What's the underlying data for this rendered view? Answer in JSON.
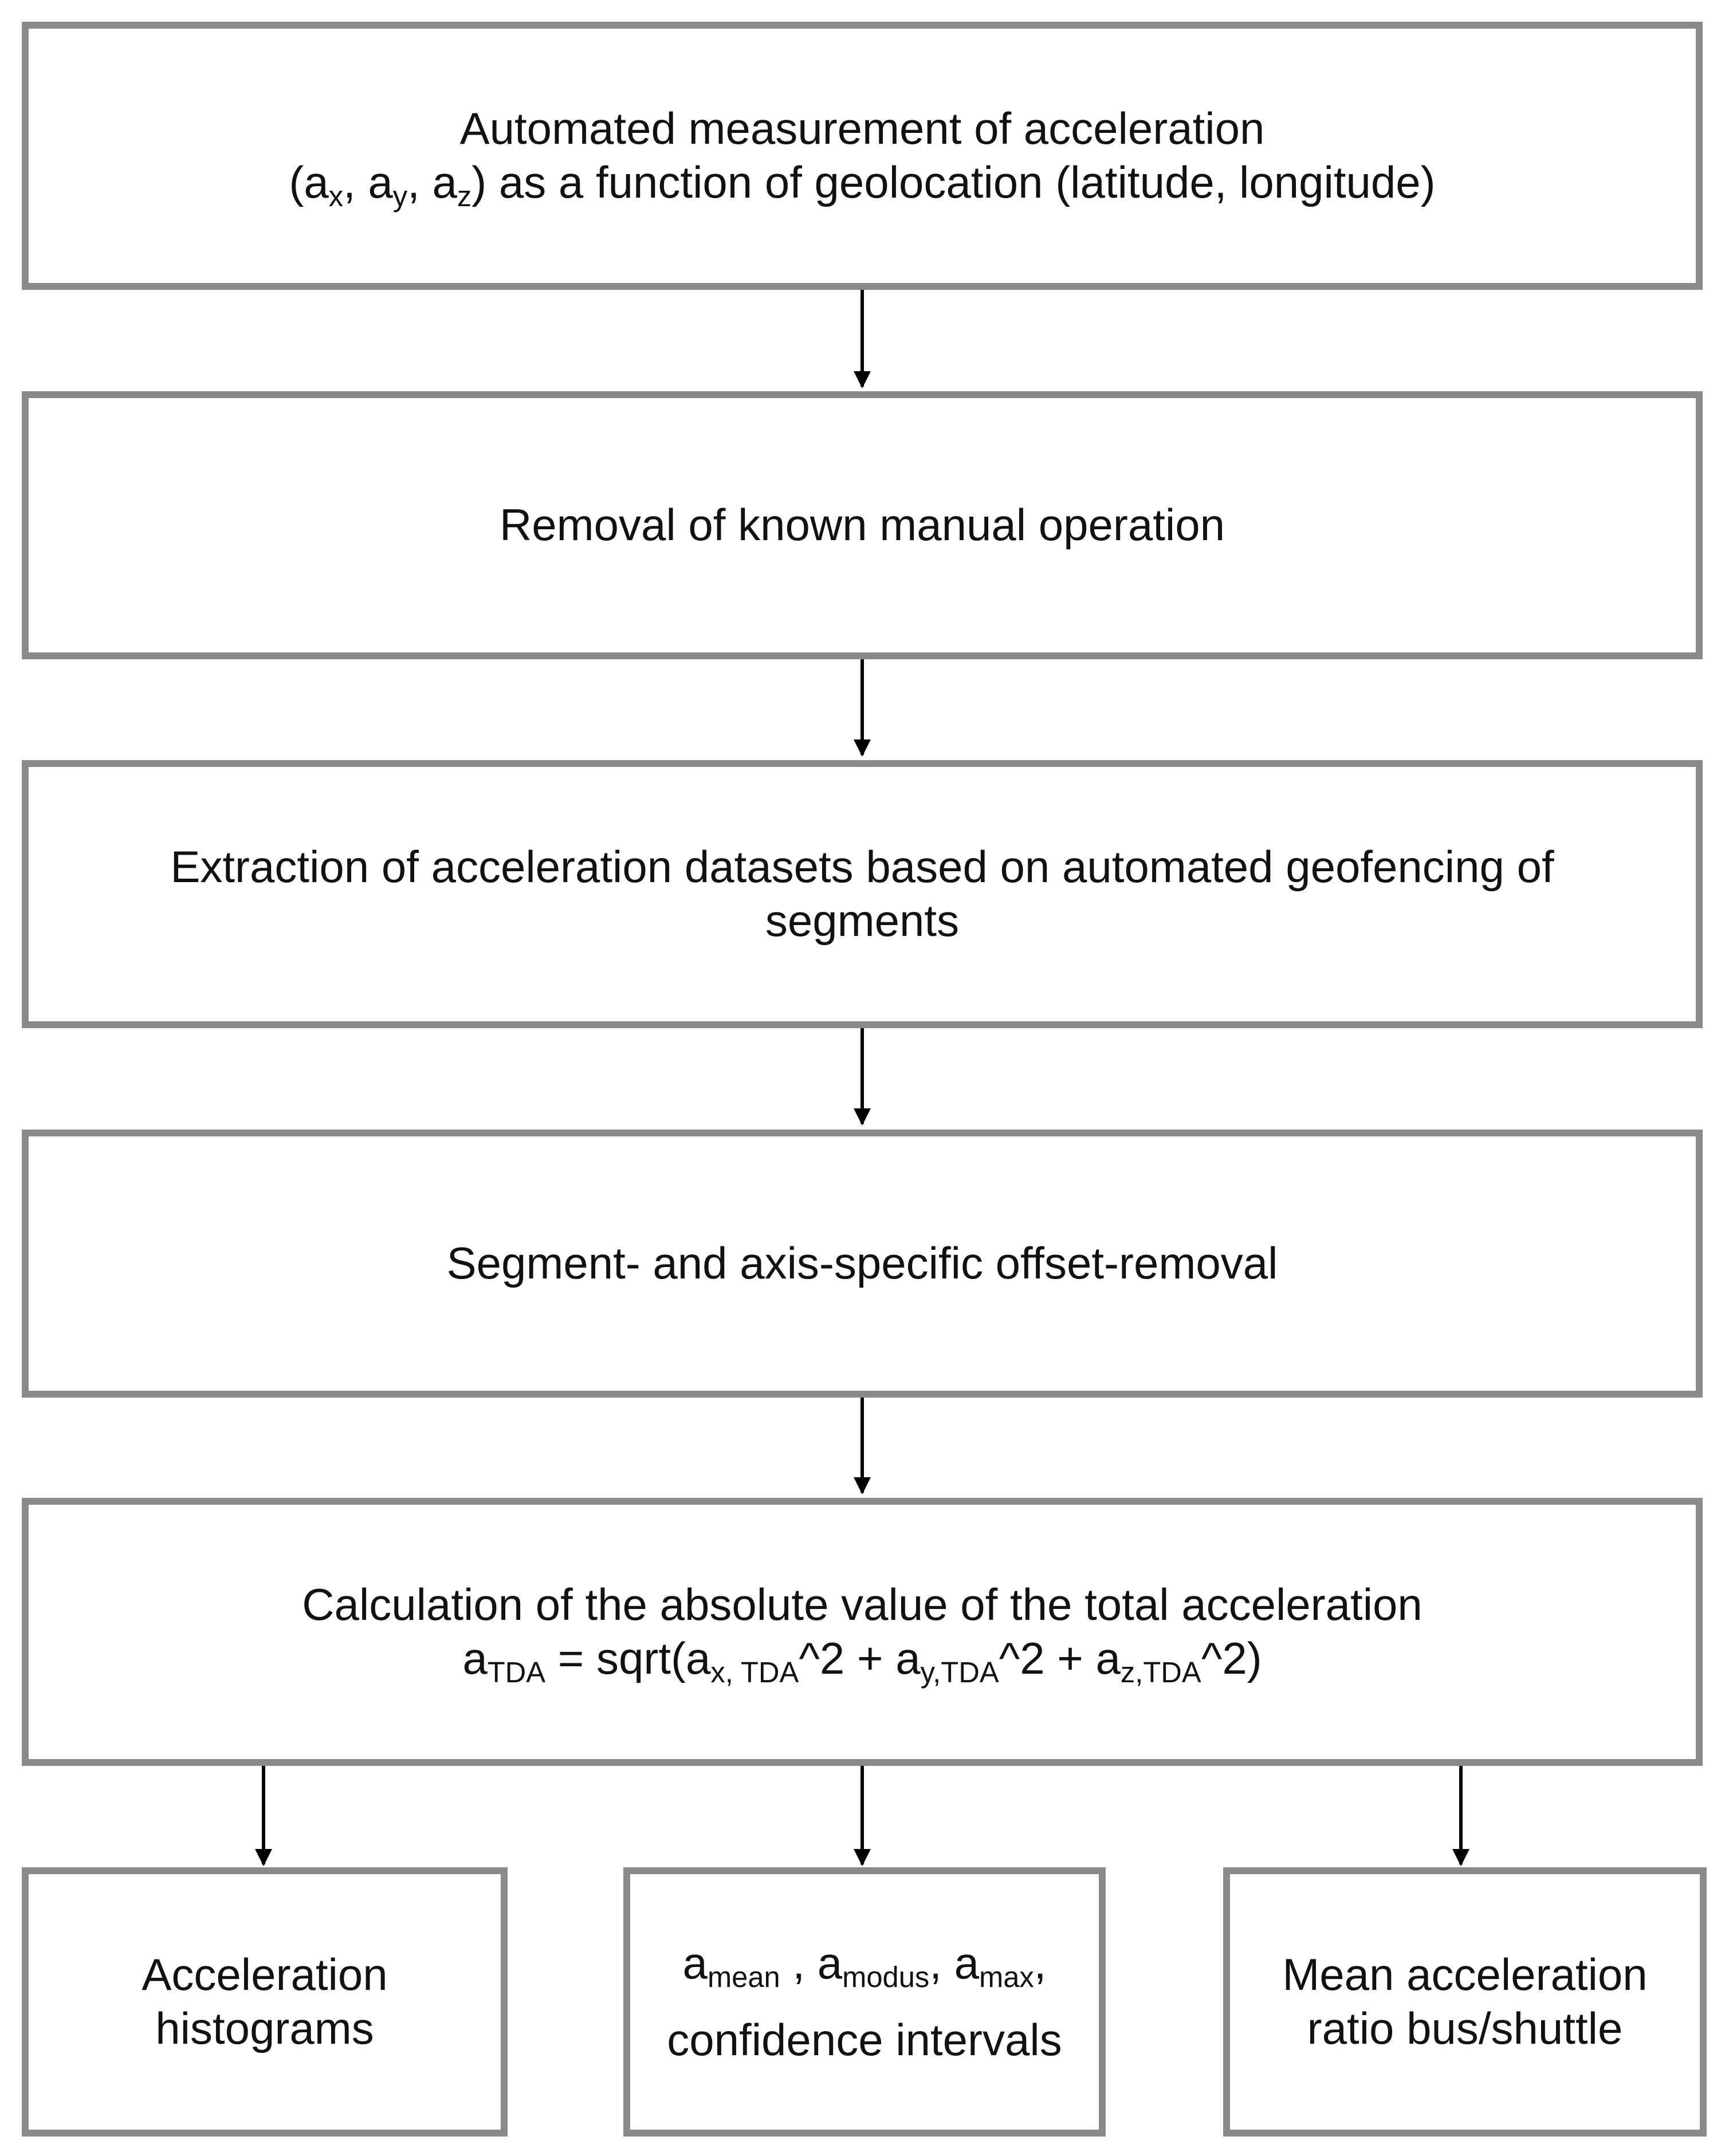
{
  "steps": {
    "s1": {
      "line1": "Automated measurement of acceleration",
      "l2_open": "(a",
      "l2_x": "x",
      "l2_sep1": ", a",
      "l2_y": "y",
      "l2_sep2": ", a",
      "l2_z": "z",
      "l2_rest": ") as a function of geolocation (latitude, longitude)"
    },
    "s2": {
      "line1": "Removal of known manual operation"
    },
    "s3": {
      "line1": "Extraction of acceleration datasets based on automated geofencing of segments"
    },
    "s4": {
      "line1": "Segment- and axis-specific offset-removal"
    },
    "s5": {
      "line1": "Calculation of the absolute value of the total acceleration",
      "f_a": "a",
      "f_tda": "TDA",
      "f_eq": " = sqrt(a",
      "f_xtda": "x, TDA",
      "f_p1": "^2 + a",
      "f_ytda": "y,TDA",
      "f_p2": "^2 + a",
      "f_ztda": "z,TDA",
      "f_end": "^2)"
    }
  },
  "outputs": {
    "o1": {
      "line1": "Acceleration",
      "line2": "histograms"
    },
    "o2": {
      "a1": "a",
      "mean": "mean",
      "sep1": " , a",
      "modus": "modus",
      "sep2": ", a",
      "max": "max",
      "end": ",",
      "line2": "confidence intervals"
    },
    "o3": {
      "line1": "Mean acceleration",
      "line2": "ratio bus/shuttle"
    }
  }
}
